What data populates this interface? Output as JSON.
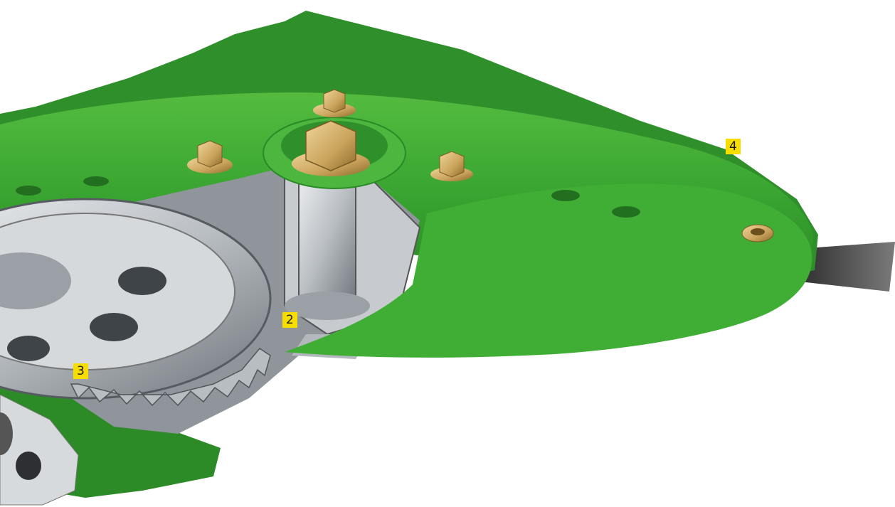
{
  "callouts": {
    "c2": "2",
    "c3": "3",
    "c4": "4"
  },
  "colors": {
    "housing_green": "#39a532",
    "housing_green_dark": "#1f7a1f",
    "housing_green_light": "#5cc24a",
    "steel": "#c9cdd1",
    "brass": "#d7b066",
    "callout_yellow": "#f7de00"
  }
}
